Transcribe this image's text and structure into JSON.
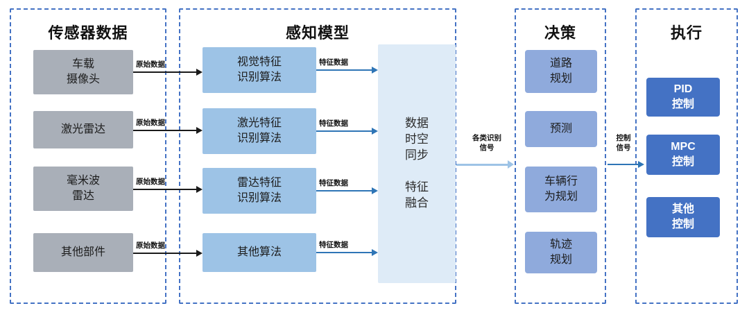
{
  "sections": {
    "sensors": {
      "title": "传感器数据"
    },
    "perception": {
      "title": "感知模型"
    },
    "decision": {
      "title": "决策"
    },
    "execution": {
      "title": "执行"
    }
  },
  "sensors": [
    {
      "label": "车载\n摄像头"
    },
    {
      "label": "激光雷达"
    },
    {
      "label": "毫米波\n雷达"
    },
    {
      "label": "其他部件"
    }
  ],
  "perception": {
    "algorithms": [
      {
        "label": "视觉特征\n识别算法"
      },
      {
        "label": "激光特征\n识别算法"
      },
      {
        "label": "雷达特征\n识别算法"
      },
      {
        "label": "其他算法"
      }
    ],
    "fusion": {
      "label": "数据\n时空\n同步\n\n特征\n融合"
    }
  },
  "decision": [
    {
      "label": "道路\n规划"
    },
    {
      "label": "预测"
    },
    {
      "label": "车辆行\n为规划"
    },
    {
      "label": "轨迹\n规划"
    }
  ],
  "execution": [
    {
      "label": "PID\n控制"
    },
    {
      "label": "MPC\n控制"
    },
    {
      "label": "其他\n控制"
    }
  ],
  "labels": {
    "raw_data": "原始数据",
    "feature_data": "特征数据",
    "recognition_signal": "各类识别\n信号",
    "control_signal": "控制\n信号"
  },
  "colors": {
    "dashed_border": "#4472C4",
    "sensor_gray": "#A9AFB8",
    "algorithm_blue": "#9DC3E6",
    "fusion_light_blue": "#DEEBF7",
    "decision_blue": "#8FAADC",
    "execution_blue": "#4472C4",
    "arrow_black": "#1a1a1a",
    "arrow_blue": "#2E75B6",
    "arrow_light_blue": "#9DC3E6"
  }
}
